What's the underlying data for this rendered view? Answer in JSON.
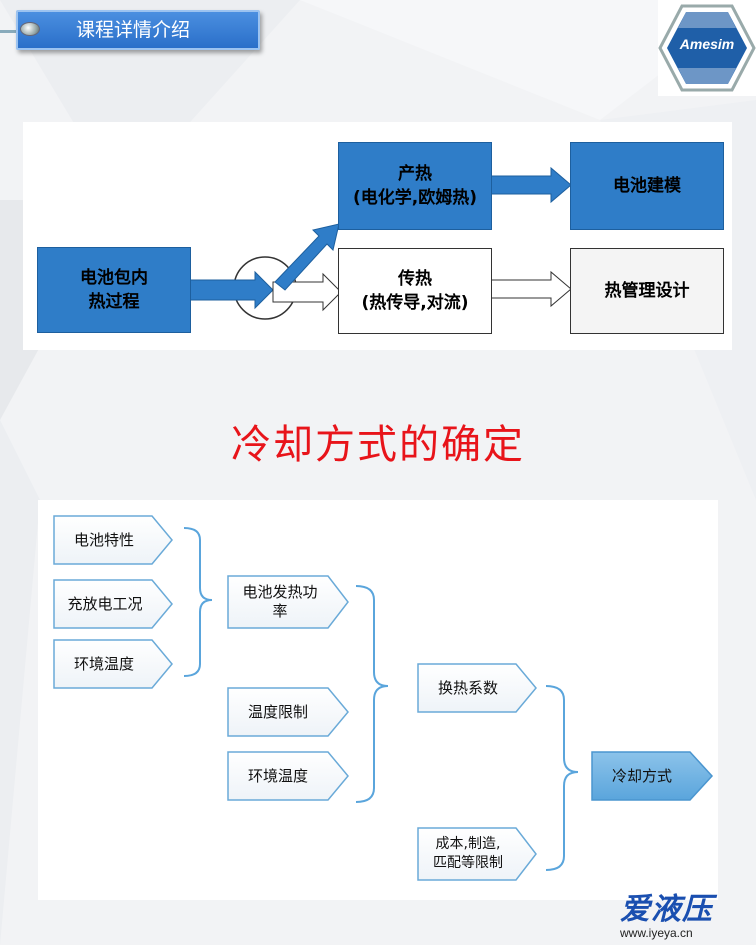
{
  "header": {
    "title": "课程详情介绍"
  },
  "logo": {
    "text": "Amesim"
  },
  "flow": {
    "source": "电池包内\n热过程",
    "heat_gen": "产热\n(电化学,欧姆热)",
    "heat_transfer": "传热\n(热传导,对流)",
    "modeling": "电池建模",
    "thermal_design": "热管理设计"
  },
  "section_title": "冷却方式的确定",
  "tree": {
    "level1": [
      "电池特性",
      "充放电工况",
      "环境温度"
    ],
    "level2": [
      "电池发热功\n率",
      "温度限制",
      "环境温度"
    ],
    "level3": [
      "换热系数",
      "成本,制造,\n匹配等限制"
    ],
    "result": "冷却方式"
  },
  "watermark": {
    "brand": "爱液压",
    "url": "www.iyeya.cn"
  },
  "colors": {
    "accent_blue": "#2f7dc8",
    "title_red": "#e8141a",
    "tab_blue": "#3a80d6"
  }
}
